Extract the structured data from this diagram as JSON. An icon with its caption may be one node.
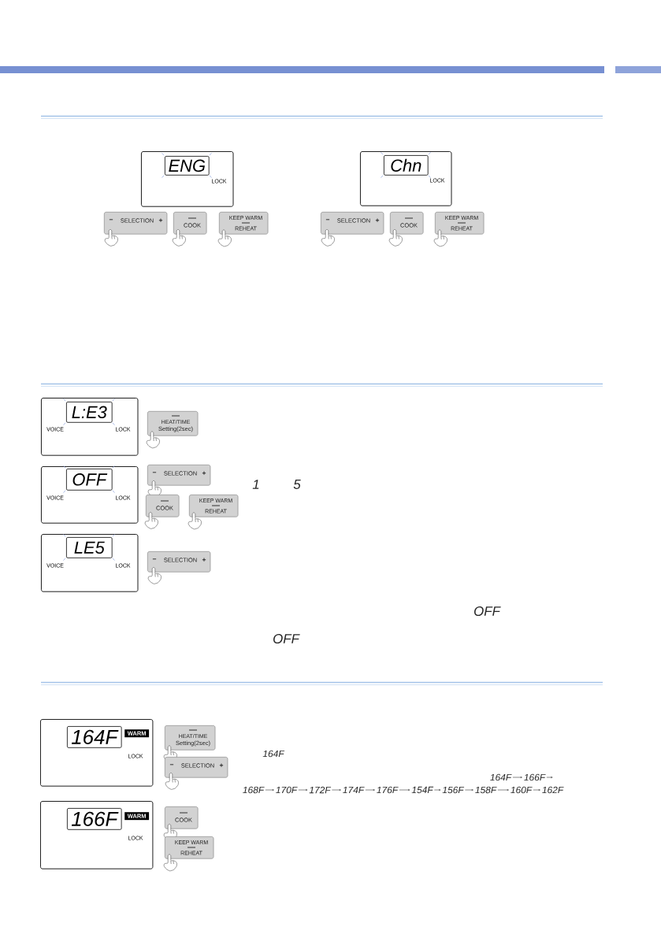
{
  "diagram": {
    "nodes": [
      {
        "text": [
          "LOCK"
        ]
      },
      {
        "text": [
          "ENG"
        ],
        "in": 0
      },
      {
        "text": [
          "LOCK"
        ]
      },
      {
        "text": [
          "Chn"
        ],
        "in": 2
      },
      {
        "text": [
          "−",
          "SELECTION",
          "+"
        ]
      },
      {
        "text": [
          "COOK"
        ]
      },
      {
        "text": [
          "KEEP WARM",
          "REHEAT"
        ]
      },
      {
        "text": [
          "−",
          "SELECTION",
          "+"
        ]
      },
      {
        "text": [
          "COOK"
        ]
      },
      {
        "text": [
          "KEEP WARM",
          "REHEAT"
        ]
      },
      {
        "text": [
          "VOICE",
          "LOCK"
        ]
      },
      {
        "text": [
          "L:E3"
        ],
        "in": 10
      },
      {
        "text": [
          "HEAT/TIME",
          "Setting(2sec)"
        ]
      },
      {
        "text": [
          "VOICE",
          "LOCK"
        ]
      },
      {
        "text": [
          "OFF"
        ],
        "in": 13
      },
      {
        "text": [
          "−",
          "SELECTION",
          "+"
        ]
      },
      {
        "text": [
          "COOK"
        ]
      },
      {
        "text": [
          "KEEP WARM",
          "REHEAT"
        ]
      },
      {
        "text": [
          "VOICE",
          "LOCK"
        ]
      },
      {
        "text": [
          "LE5"
        ],
        "in": 18
      },
      {
        "text": [
          "−",
          "SELECTION",
          "+"
        ]
      },
      {
        "text": [
          "LOCK"
        ]
      },
      {
        "text": [
          "164F"
        ],
        "in": 21
      },
      {
        "text": [
          "WARM"
        ],
        "in": 21
      },
      {
        "text": [
          "HEAT/TIME",
          "Setting(2sec)"
        ]
      },
      {
        "text": [
          "−",
          "SELECTION",
          "+"
        ]
      },
      {
        "text": [
          "LOCK"
        ]
      },
      {
        "text": [
          "166F"
        ],
        "in": 26
      },
      {
        "text": [
          "WARM"
        ],
        "in": 26
      },
      {
        "text": [
          "COOK"
        ]
      },
      {
        "text": [
          "KEEP WARM",
          "REHEAT"
        ]
      },
      {
        "text": [
          "164F"
        ]
      },
      {
        "text": [
          "166F"
        ]
      },
      {
        "text": [
          "168F"
        ]
      },
      {
        "text": [
          "170F"
        ]
      },
      {
        "text": [
          "172F"
        ]
      },
      {
        "text": [
          "174F"
        ]
      },
      {
        "text": [
          "176F"
        ]
      },
      {
        "text": [
          "154F"
        ]
      },
      {
        "text": [
          "156F"
        ]
      },
      {
        "text": [
          "158F"
        ]
      },
      {
        "text": [
          "160F"
        ]
      },
      {
        "text": [
          "162F"
        ]
      }
    ],
    "edges": [
      {
        "from": 31,
        "to": 32,
        "arrow": "to"
      },
      {
        "from": 32,
        "to": null,
        "arrow": "to"
      },
      {
        "from": 33,
        "to": 34,
        "arrow": "to"
      },
      {
        "from": 34,
        "to": 35,
        "arrow": "to"
      },
      {
        "from": 35,
        "to": 36,
        "arrow": "to"
      },
      {
        "from": 36,
        "to": 37,
        "arrow": "to"
      },
      {
        "from": 37,
        "to": 38,
        "arrow": "to"
      },
      {
        "from": 38,
        "to": 39,
        "arrow": "to"
      },
      {
        "from": 39,
        "to": 40,
        "arrow": "to"
      },
      {
        "from": 40,
        "to": 41,
        "arrow": "to"
      },
      {
        "from": 41,
        "to": 42,
        "arrow": "to"
      }
    ],
    "labels": [
      "1",
      "5",
      "OFF",
      "OFF",
      "164F"
    ]
  }
}
